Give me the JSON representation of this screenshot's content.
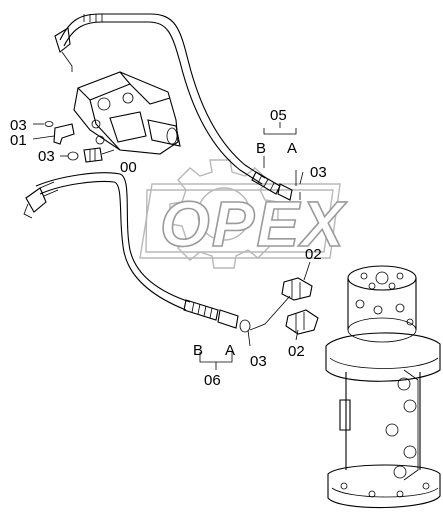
{
  "watermark": {
    "text": "OPEX"
  },
  "labels": {
    "l03_top": "03",
    "l01": "01",
    "l03_left": "03",
    "l00": "00",
    "l05": "05",
    "lB_top": "B",
    "lA_top": "A",
    "l03_mid": "03",
    "l02_upper": "02",
    "l02_lower": "02",
    "lB_bot": "B",
    "lA_bot": "A",
    "l03_bot": "03",
    "l06": "06"
  }
}
